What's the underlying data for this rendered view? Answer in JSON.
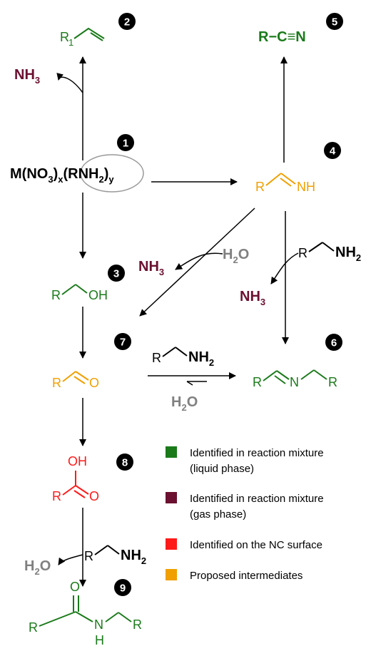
{
  "colors": {
    "liquid": "#1a7a1a",
    "gas": "#6b1030",
    "surface": "#ff1a1a",
    "intermediate": "#f0a000",
    "water": "#808080",
    "black": "#000000"
  },
  "numbers": [
    "1",
    "2",
    "3",
    "4",
    "5",
    "6",
    "7",
    "8",
    "9"
  ],
  "labels": {
    "r": "R",
    "r1_sub": "1",
    "nitrile": "R−C≡N",
    "nh": "NH",
    "oh": "OH",
    "o": "O",
    "n": "N",
    "h": "H",
    "nh3_main": "NH",
    "nh3_sub": "3",
    "h2o_h": "H",
    "h2o_sub": "2",
    "h2o_o": "O",
    "nh2_main": "NH",
    "nh2_sub": "2",
    "precursor": {
      "m": "M(NO",
      "s3": "3",
      "close": ")",
      "sx": "x",
      "open": "(RNH",
      "s2": "2",
      "close2": ")",
      "sy": "y"
    }
  },
  "legend": [
    {
      "color": "#1a7a1a",
      "line1": "Identified in reaction mixture",
      "line2": "(liquid phase)"
    },
    {
      "color": "#6b1030",
      "line1": "Identified in reaction mixture",
      "line2": "(gas phase)"
    },
    {
      "color": "#ff1a1a",
      "line1": "Identified on the NC surface",
      "line2": ""
    },
    {
      "color": "#f0a000",
      "line1": "Proposed intermediates",
      "line2": ""
    }
  ]
}
